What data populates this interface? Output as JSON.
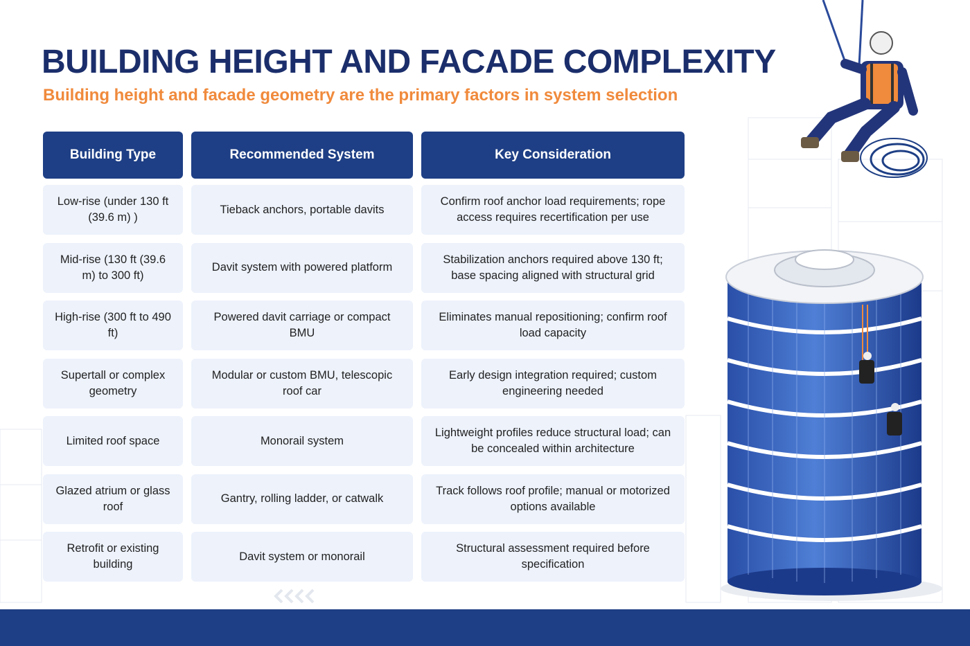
{
  "page": {
    "title": "BUILDING HEIGHT AND FACADE COMPLEXITY",
    "subtitle": "Building height and facade geometry are the primary factors in system selection"
  },
  "table": {
    "headers": [
      "Building Type",
      "Recommended System",
      "Key Consideration"
    ],
    "rows": [
      [
        "Low-rise (under 130 ft (39.6 m) )",
        "Tieback anchors, portable davits",
        "Confirm roof anchor load requirements; rope access requires recertification per use"
      ],
      [
        "Mid-rise (130 ft (39.6 m) to 300 ft)",
        "Davit system with powered platform",
        "Stabilization anchors required above 130 ft; base spacing aligned with structural grid"
      ],
      [
        "High-rise (300 ft to 490 ft)",
        "Powered davit carriage or compact BMU",
        "Eliminates manual repositioning; confirm roof load capacity"
      ],
      [
        "Supertall or complex geometry",
        "Modular or custom BMU, telescopic roof car",
        "Early design integration required; custom engineering needed"
      ],
      [
        "Limited roof space",
        "Monorail system",
        "Lightweight profiles reduce structural load; can be concealed within architecture"
      ],
      [
        "Glazed atrium or glass roof",
        "Gantry, rolling ladder, or catwalk",
        "Track follows roof profile; manual or motorized options available"
      ],
      [
        "Retrofit or existing building",
        "Davit system or monorail",
        "Structural assessment required before specification"
      ]
    ]
  },
  "colors": {
    "navy": "#1e3f85",
    "title": "#1b2e6b",
    "accent": "#f08a3c",
    "cell_bg": "#edf2fb"
  },
  "icons": {
    "decor": "chevrons-left-icon",
    "tower": "cylindrical-glass-tower-illustration",
    "worker": "rope-access-worker-illustration"
  }
}
